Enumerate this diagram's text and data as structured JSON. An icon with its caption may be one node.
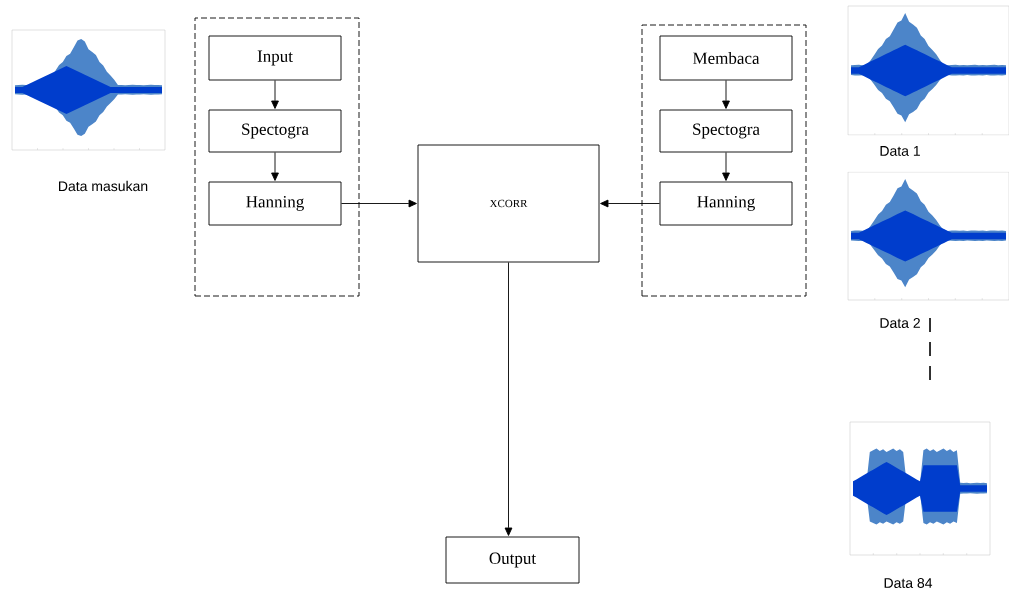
{
  "diagram": {
    "nodes": [
      {
        "text": [],
        "shape": "box"
      },
      {
        "text": [
          "Input"
        ],
        "in": 0
      },
      {
        "text": [
          "Spectogra"
        ],
        "in": 0
      },
      {
        "text": [
          "Hanning"
        ],
        "in": 0
      },
      {
        "text": [
          "XCORR"
        ]
      },
      {
        "text": [],
        "shape": "box"
      },
      {
        "text": [
          "Membaca"
        ],
        "in": 5
      },
      {
        "text": [
          "Spectogra"
        ],
        "in": 5
      },
      {
        "text": [
          "Hanning"
        ],
        "in": 5
      },
      {
        "text": [
          "Output"
        ]
      }
    ],
    "edges": [
      {
        "from": 1,
        "to": 2,
        "arrow": "to"
      },
      {
        "from": 2,
        "to": 3,
        "arrow": "to"
      },
      {
        "from": 3,
        "to": 4,
        "arrow": "to"
      },
      {
        "from": 6,
        "to": 7,
        "arrow": "to"
      },
      {
        "from": 7,
        "to": 8,
        "arrow": "to"
      },
      {
        "from": 8,
        "to": 4,
        "arrow": "to"
      },
      {
        "from": 4,
        "to": 9,
        "arrow": "to"
      }
    ],
    "labels": [
      "Data masukan",
      "Data 1",
      "Data 2",
      "Data 84"
    ]
  }
}
